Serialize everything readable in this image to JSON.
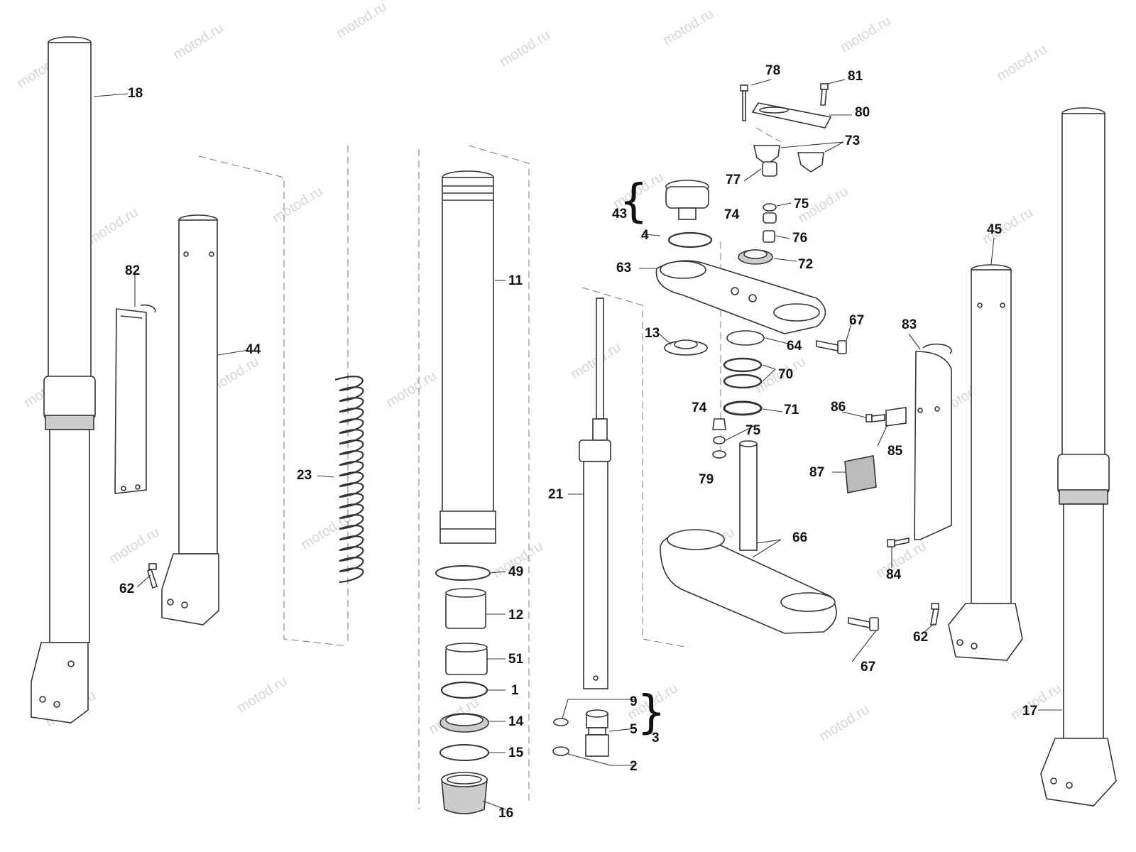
{
  "watermark": "motod.ru",
  "colors": {
    "line": "#333333",
    "fill": "#ffffff",
    "dash": "#777777",
    "text": "#111111",
    "watermark": "#d6d6d6"
  },
  "callouts": {
    "c18": "18",
    "c82": "82",
    "c44": "44",
    "c62a": "62",
    "c23": "23",
    "c11": "11",
    "c49": "49",
    "c12": "12",
    "c51": "51",
    "c1": "1",
    "c14": "14",
    "c15": "15",
    "c16": "16",
    "c21": "21",
    "c9": "9",
    "c5": "5",
    "c2": "2",
    "c3": "3",
    "c43": "43",
    "c4": "4",
    "c63": "63",
    "c13": "13",
    "c78": "78",
    "c81": "81",
    "c80": "80",
    "c73": "73",
    "c77": "77",
    "c75a": "75",
    "c74a": "74",
    "c76": "76",
    "c72": "72",
    "c67a": "67",
    "c64": "64",
    "c70": "70",
    "c71": "71",
    "c74b": "74",
    "c75b": "75",
    "c79": "79",
    "c66": "66",
    "c67b": "67",
    "c86": "86",
    "c85": "85",
    "c87": "87",
    "c83": "83",
    "c84": "84",
    "c45": "45",
    "c62b": "62",
    "c17": "17"
  }
}
